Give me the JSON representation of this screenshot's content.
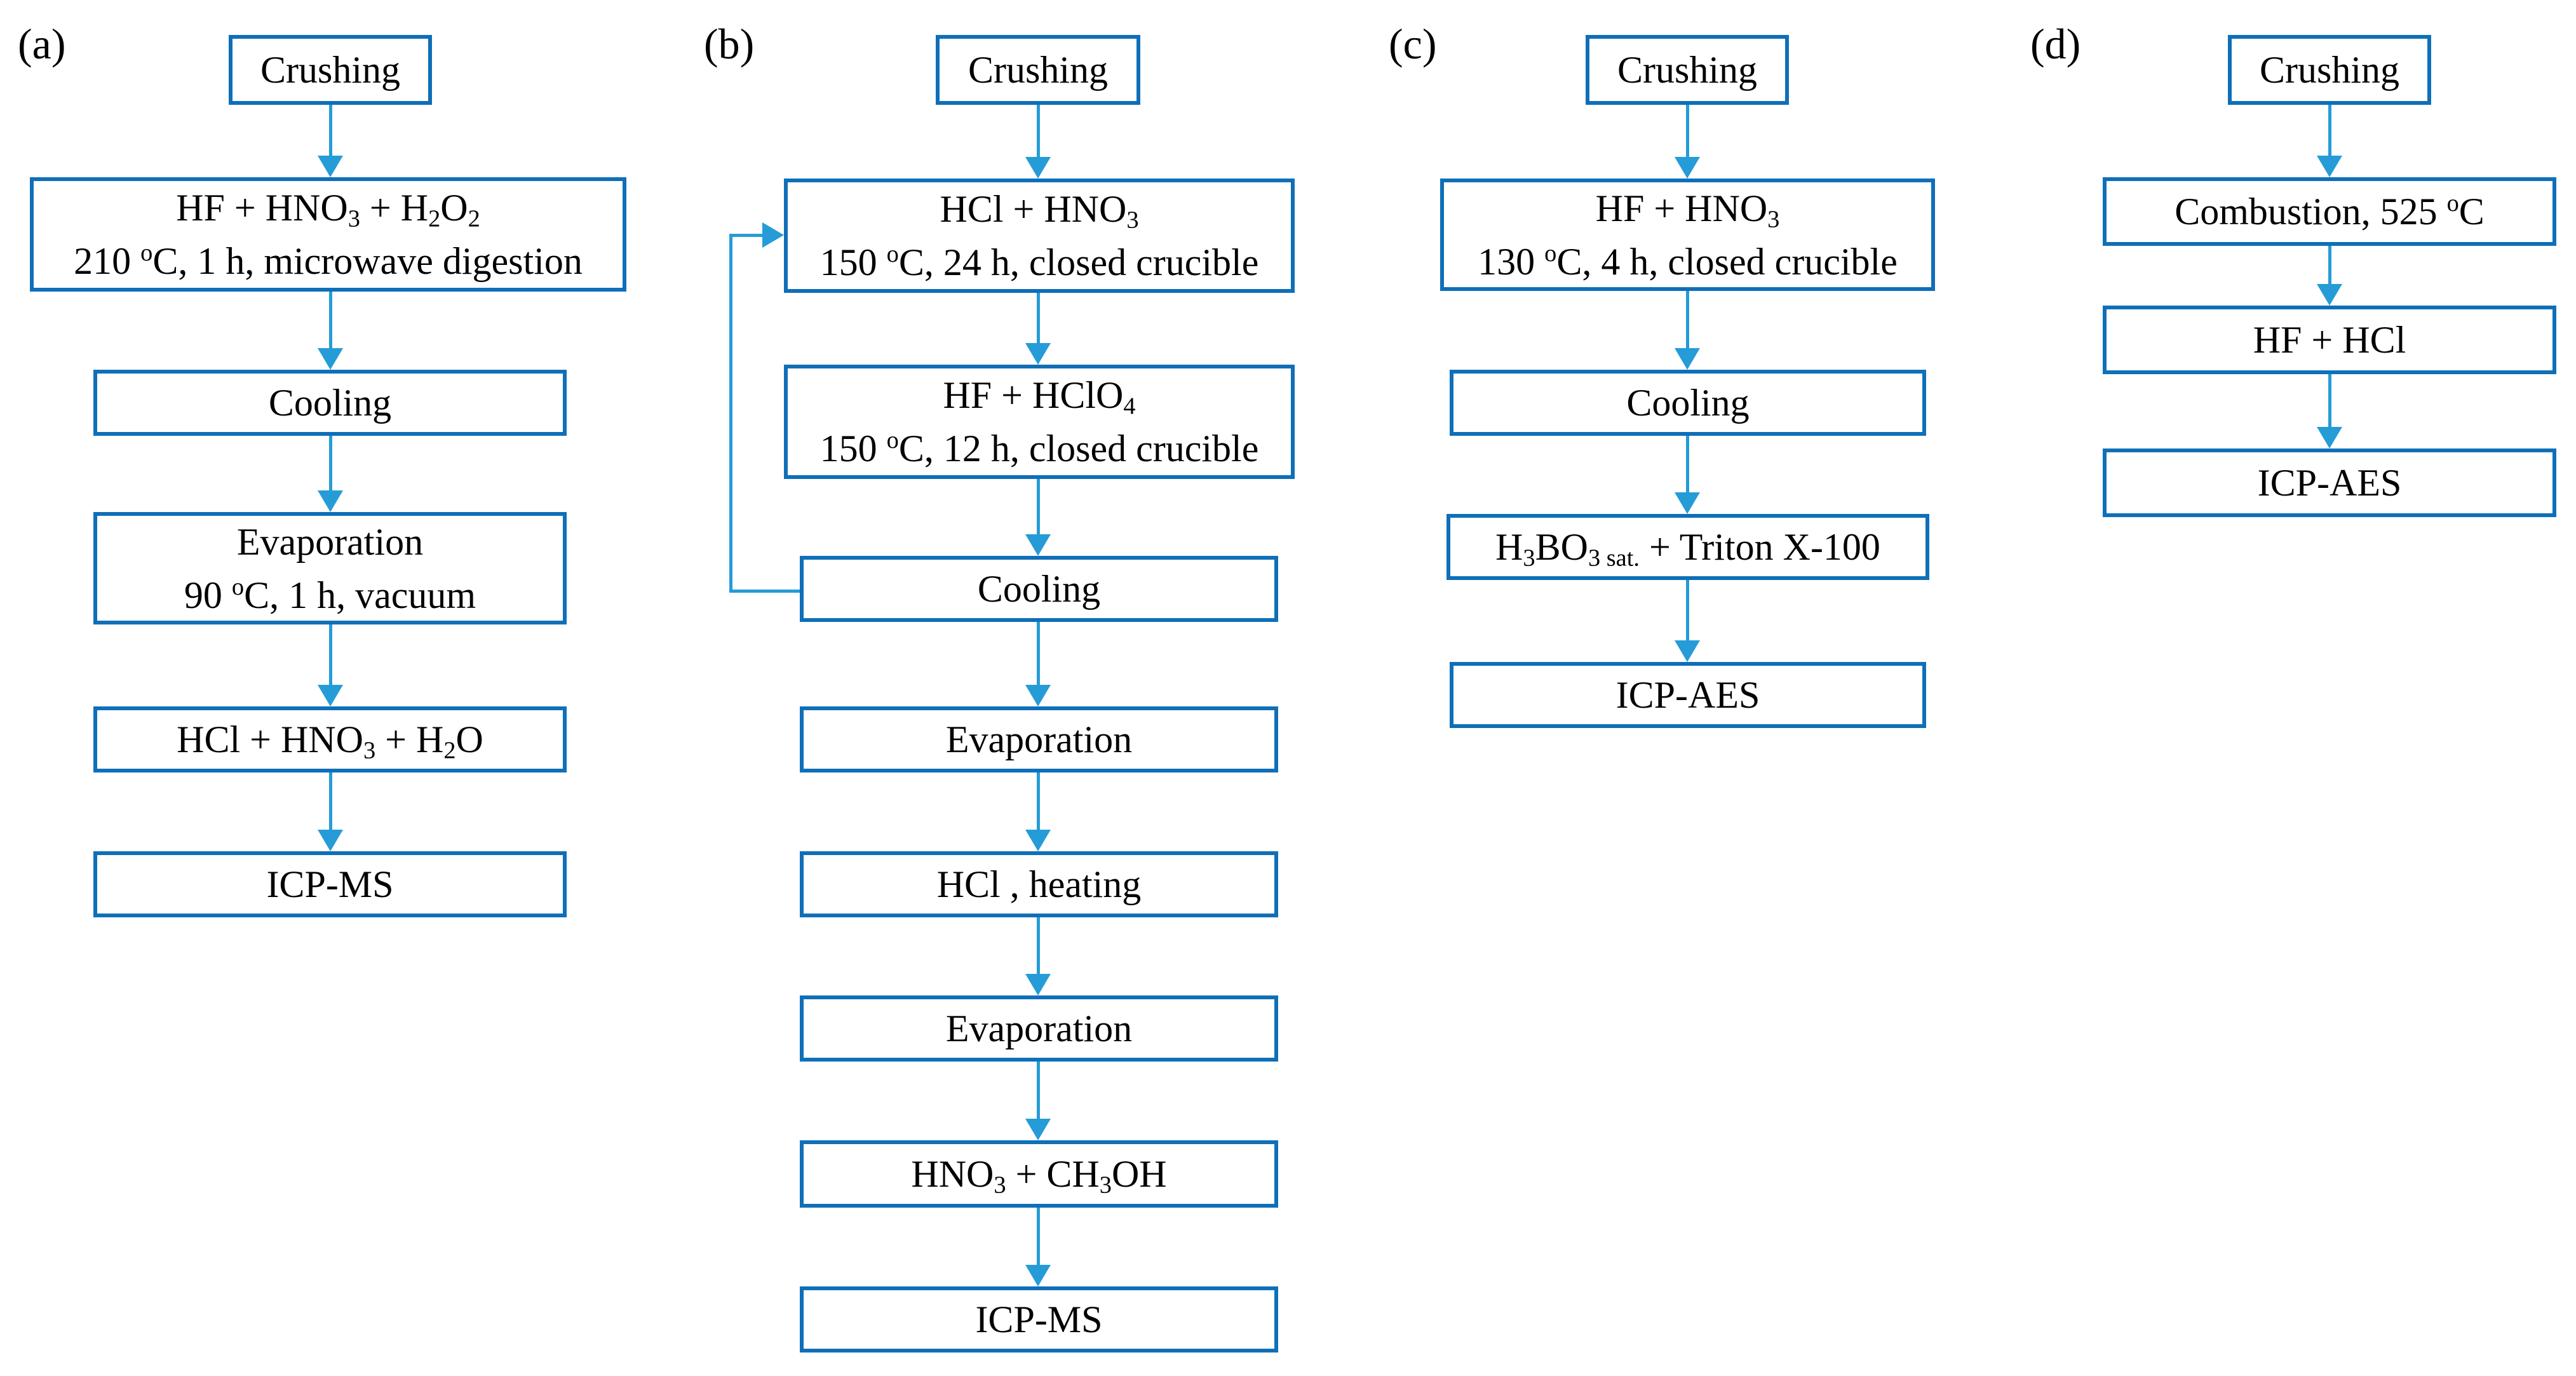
{
  "figure": {
    "background": "#ffffff",
    "box_border_color": "#0f6fb8",
    "arrow_color": "#259cd7",
    "text_color": "#000000"
  },
  "panels": [
    {
      "label": "(a)",
      "boxes": [
        {
          "name": "crushing",
          "lines": [
            [
              {
                "t": "Crushing"
              }
            ]
          ]
        },
        {
          "name": "microwave-digestion",
          "lines": [
            [
              {
                "t": "HF + HNO"
              },
              {
                "t": "3",
                "v": "sub"
              },
              {
                "t": " + H"
              },
              {
                "t": "2",
                "v": "sub"
              },
              {
                "t": "O"
              },
              {
                "t": "2",
                "v": "sub"
              }
            ],
            [
              {
                "t": "210 "
              },
              {
                "t": "o",
                "v": "sup"
              },
              {
                "t": "C, 1 h, microwave digestion"
              }
            ]
          ]
        },
        {
          "name": "cooling",
          "lines": [
            [
              {
                "t": "Cooling"
              }
            ]
          ]
        },
        {
          "name": "evaporation-vacuum",
          "lines": [
            [
              {
                "t": "Evaporation"
              }
            ],
            [
              {
                "t": "90 "
              },
              {
                "t": "o",
                "v": "sup"
              },
              {
                "t": "C, 1 h, vacuum"
              }
            ]
          ]
        },
        {
          "name": "acid-mix",
          "lines": [
            [
              {
                "t": "HCl + HNO"
              },
              {
                "t": "3",
                "v": "sub"
              },
              {
                "t": " + H"
              },
              {
                "t": "2",
                "v": "sub"
              },
              {
                "t": "O"
              }
            ]
          ]
        },
        {
          "name": "icp-ms",
          "lines": [
            [
              {
                "t": "ICP-MS"
              }
            ]
          ]
        }
      ]
    },
    {
      "label": "(b)",
      "boxes": [
        {
          "name": "crushing",
          "lines": [
            [
              {
                "t": "Crushing"
              }
            ]
          ]
        },
        {
          "name": "digestion-1",
          "lines": [
            [
              {
                "t": "HCl + HNO"
              },
              {
                "t": "3",
                "v": "sub"
              }
            ],
            [
              {
                "t": "150 "
              },
              {
                "t": "o",
                "v": "sup"
              },
              {
                "t": "C, 24 h, closed crucible"
              }
            ]
          ]
        },
        {
          "name": "digestion-2",
          "lines": [
            [
              {
                "t": "HF + HClO"
              },
              {
                "t": "4",
                "v": "sub"
              }
            ],
            [
              {
                "t": "150 "
              },
              {
                "t": "o",
                "v": "sup"
              },
              {
                "t": "C, 12 h, closed crucible"
              }
            ]
          ]
        },
        {
          "name": "cooling",
          "lines": [
            [
              {
                "t": "Cooling"
              }
            ]
          ]
        },
        {
          "name": "evaporation-1",
          "lines": [
            [
              {
                "t": "Evaporation"
              }
            ]
          ]
        },
        {
          "name": "hcl-heating",
          "lines": [
            [
              {
                "t": "HCl , heating"
              }
            ]
          ]
        },
        {
          "name": "evaporation-2",
          "lines": [
            [
              {
                "t": "Evaporation"
              }
            ]
          ]
        },
        {
          "name": "hno3-ch3oh",
          "lines": [
            [
              {
                "t": "HNO"
              },
              {
                "t": "3",
                "v": "sub"
              },
              {
                "t": " + CH"
              },
              {
                "t": "3",
                "v": "sub"
              },
              {
                "t": "OH"
              }
            ]
          ]
        },
        {
          "name": "icp-ms",
          "lines": [
            [
              {
                "t": "ICP-MS"
              }
            ]
          ]
        }
      ]
    },
    {
      "label": "(c)",
      "boxes": [
        {
          "name": "crushing",
          "lines": [
            [
              {
                "t": "Crushing"
              }
            ]
          ]
        },
        {
          "name": "digestion",
          "lines": [
            [
              {
                "t": "HF + HNO"
              },
              {
                "t": "3",
                "v": "sub"
              }
            ],
            [
              {
                "t": "130 "
              },
              {
                "t": "o",
                "v": "sup"
              },
              {
                "t": "C, 4 h, closed crucible"
              }
            ]
          ]
        },
        {
          "name": "cooling",
          "lines": [
            [
              {
                "t": "Cooling"
              }
            ]
          ]
        },
        {
          "name": "h3bo3-triton",
          "lines": [
            [
              {
                "t": "H"
              },
              {
                "t": "3",
                "v": "sub"
              },
              {
                "t": "BO"
              },
              {
                "t": "3 sat.",
                "v": "sub"
              },
              {
                "t": " + Triton X-100"
              }
            ]
          ]
        },
        {
          "name": "icp-aes",
          "lines": [
            [
              {
                "t": "ICP-AES"
              }
            ]
          ]
        }
      ]
    },
    {
      "label": "(d)",
      "boxes": [
        {
          "name": "crushing",
          "lines": [
            [
              {
                "t": "Crushing"
              }
            ]
          ]
        },
        {
          "name": "combustion",
          "lines": [
            [
              {
                "t": "Combustion, 525 "
              },
              {
                "t": "o",
                "v": "sup"
              },
              {
                "t": "C"
              }
            ]
          ]
        },
        {
          "name": "hf-hcl",
          "lines": [
            [
              {
                "t": "HF + HCl"
              }
            ]
          ]
        },
        {
          "name": "icp-aes",
          "lines": [
            [
              {
                "t": "ICP-AES"
              }
            ]
          ]
        }
      ]
    }
  ]
}
